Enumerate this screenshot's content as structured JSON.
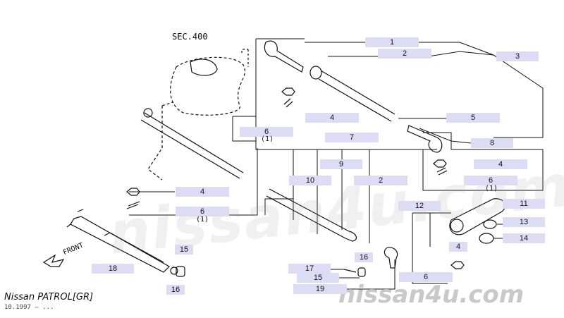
{
  "diagram": {
    "section_ref": "SEC.400",
    "front_label": "FRONT",
    "footer_title": "Nissan PATROL[GR]",
    "footer_date": "10.1997 — ...",
    "watermark": "nissan4u.com",
    "watermark_corner": "nissan4u.com",
    "label_color": "#dcdcf4",
    "line_color": "#111111"
  },
  "labels": [
    {
      "id": "c1",
      "num": "1"
    },
    {
      "id": "c2a",
      "num": "2"
    },
    {
      "id": "c3",
      "num": "3"
    },
    {
      "id": "c4a",
      "num": "4"
    },
    {
      "id": "c6a",
      "num": "6",
      "sub": "(1)"
    },
    {
      "id": "c5",
      "num": "5"
    },
    {
      "id": "c8",
      "num": "8"
    },
    {
      "id": "c7",
      "num": "7"
    },
    {
      "id": "c4b",
      "num": "4"
    },
    {
      "id": "c9",
      "num": "9"
    },
    {
      "id": "c10",
      "num": "10"
    },
    {
      "id": "c2b",
      "num": "2"
    },
    {
      "id": "c6b",
      "num": "6",
      "sub": "(1)"
    },
    {
      "id": "c4c",
      "num": "4"
    },
    {
      "id": "c6c",
      "num": "6",
      "sub": "(1)"
    },
    {
      "id": "c12",
      "num": "12"
    },
    {
      "id": "c11",
      "num": "11"
    },
    {
      "id": "c13",
      "num": "13"
    },
    {
      "id": "c14",
      "num": "14"
    },
    {
      "id": "c4d",
      "num": "4"
    },
    {
      "id": "c15a",
      "num": "15"
    },
    {
      "id": "c18",
      "num": "18"
    },
    {
      "id": "c16a",
      "num": "16"
    },
    {
      "id": "c16b",
      "num": "16"
    },
    {
      "id": "c17",
      "num": "17"
    },
    {
      "id": "c15b",
      "num": "15"
    },
    {
      "id": "c6d",
      "num": "6"
    },
    {
      "id": "c19",
      "num": "19"
    }
  ]
}
